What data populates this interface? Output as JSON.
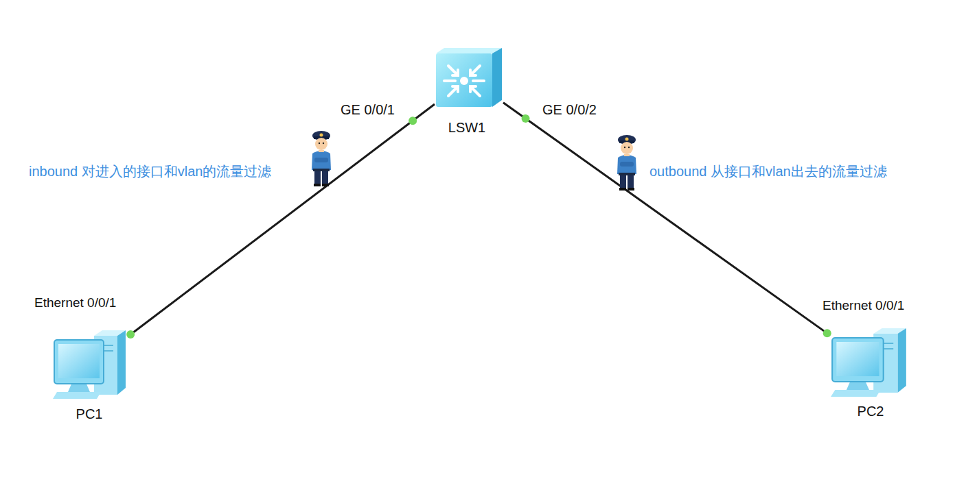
{
  "diagram": {
    "nodes": [
      {
        "text": [
          "LSW1"
        ]
      },
      {
        "text": [
          "PC1"
        ]
      },
      {
        "text": [
          "PC2"
        ]
      }
    ],
    "edges": [
      {
        "from": 0,
        "to": 1,
        "arrow": "none"
      },
      {
        "from": 0,
        "to": 2,
        "arrow": "none"
      }
    ],
    "labels": [
      "GE 0/0/1",
      "GE 0/0/2",
      "Ethernet 0/0/1",
      "Ethernet 0/0/1",
      "inbound 对进入的接口和vlan的流量过滤",
      "outbound 从接口和vlan出去的流量过滤"
    ]
  }
}
